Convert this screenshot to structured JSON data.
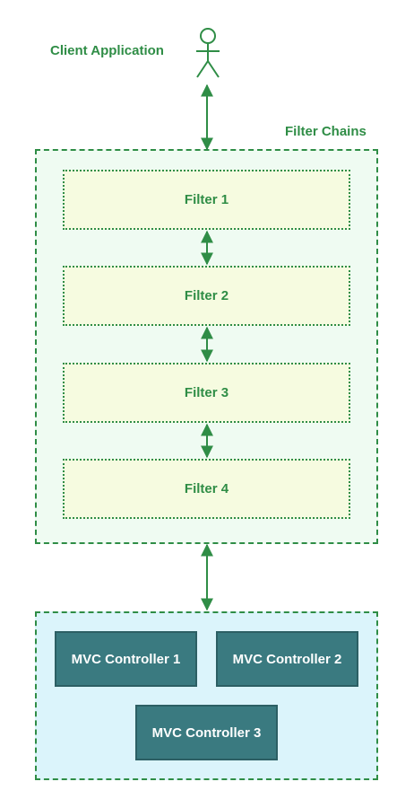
{
  "client": {
    "label": "Client Application"
  },
  "filter_chain": {
    "label": "Filter Chains",
    "filters": [
      "Filter 1",
      "Filter 2",
      "Filter 3",
      "Filter 4"
    ]
  },
  "mvc": {
    "controllers": [
      "MVC Controller 1",
      "MVC Controller 2",
      "MVC Controller 3"
    ]
  },
  "colors": {
    "accent_green": "#2f8d46",
    "filter_chain_fill": "#effbf2",
    "filter_fill": "#f6fbe0",
    "mvc_area_fill": "#dbf4fb",
    "controller_fill": "#3a7a80"
  }
}
